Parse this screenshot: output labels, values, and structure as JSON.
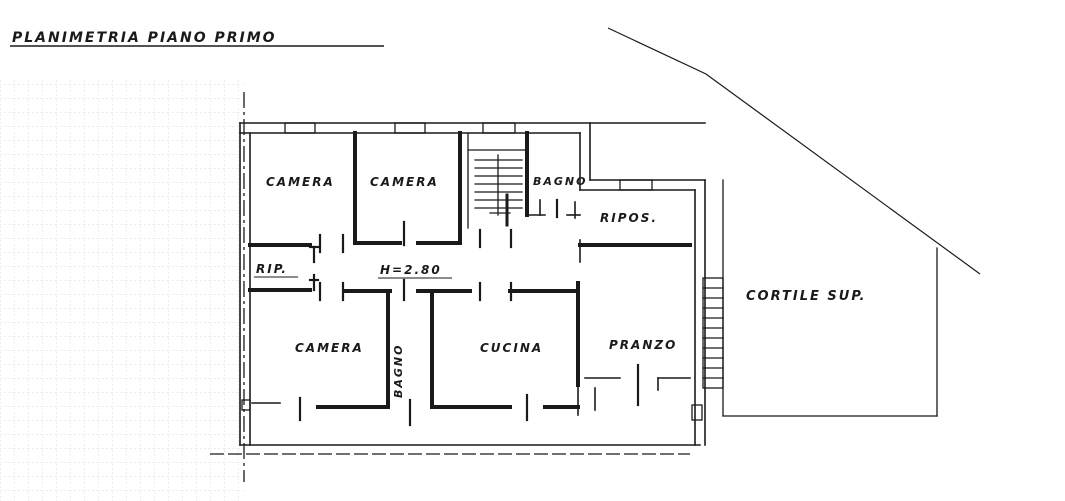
{
  "title": "PLANIMETRIA PIANO PRIMO",
  "rooms": {
    "camera_1": "CAMERA",
    "camera_2": "CAMERA",
    "bagno_top": "BAGNO",
    "ripostiglio_right": "RIPOS.",
    "ripostiglio_left": "RIP.",
    "height": "H=2.80",
    "camera_3": "CAMERA",
    "bagno_vertical": "BAGNO",
    "cucina": "CUCINA",
    "pranzo": "PRANZO",
    "cortile": "CORTILE SUP."
  },
  "colors": {
    "ink": "#1a1a1a",
    "grid": "#c8c8c8",
    "paper": "#ffffff"
  }
}
